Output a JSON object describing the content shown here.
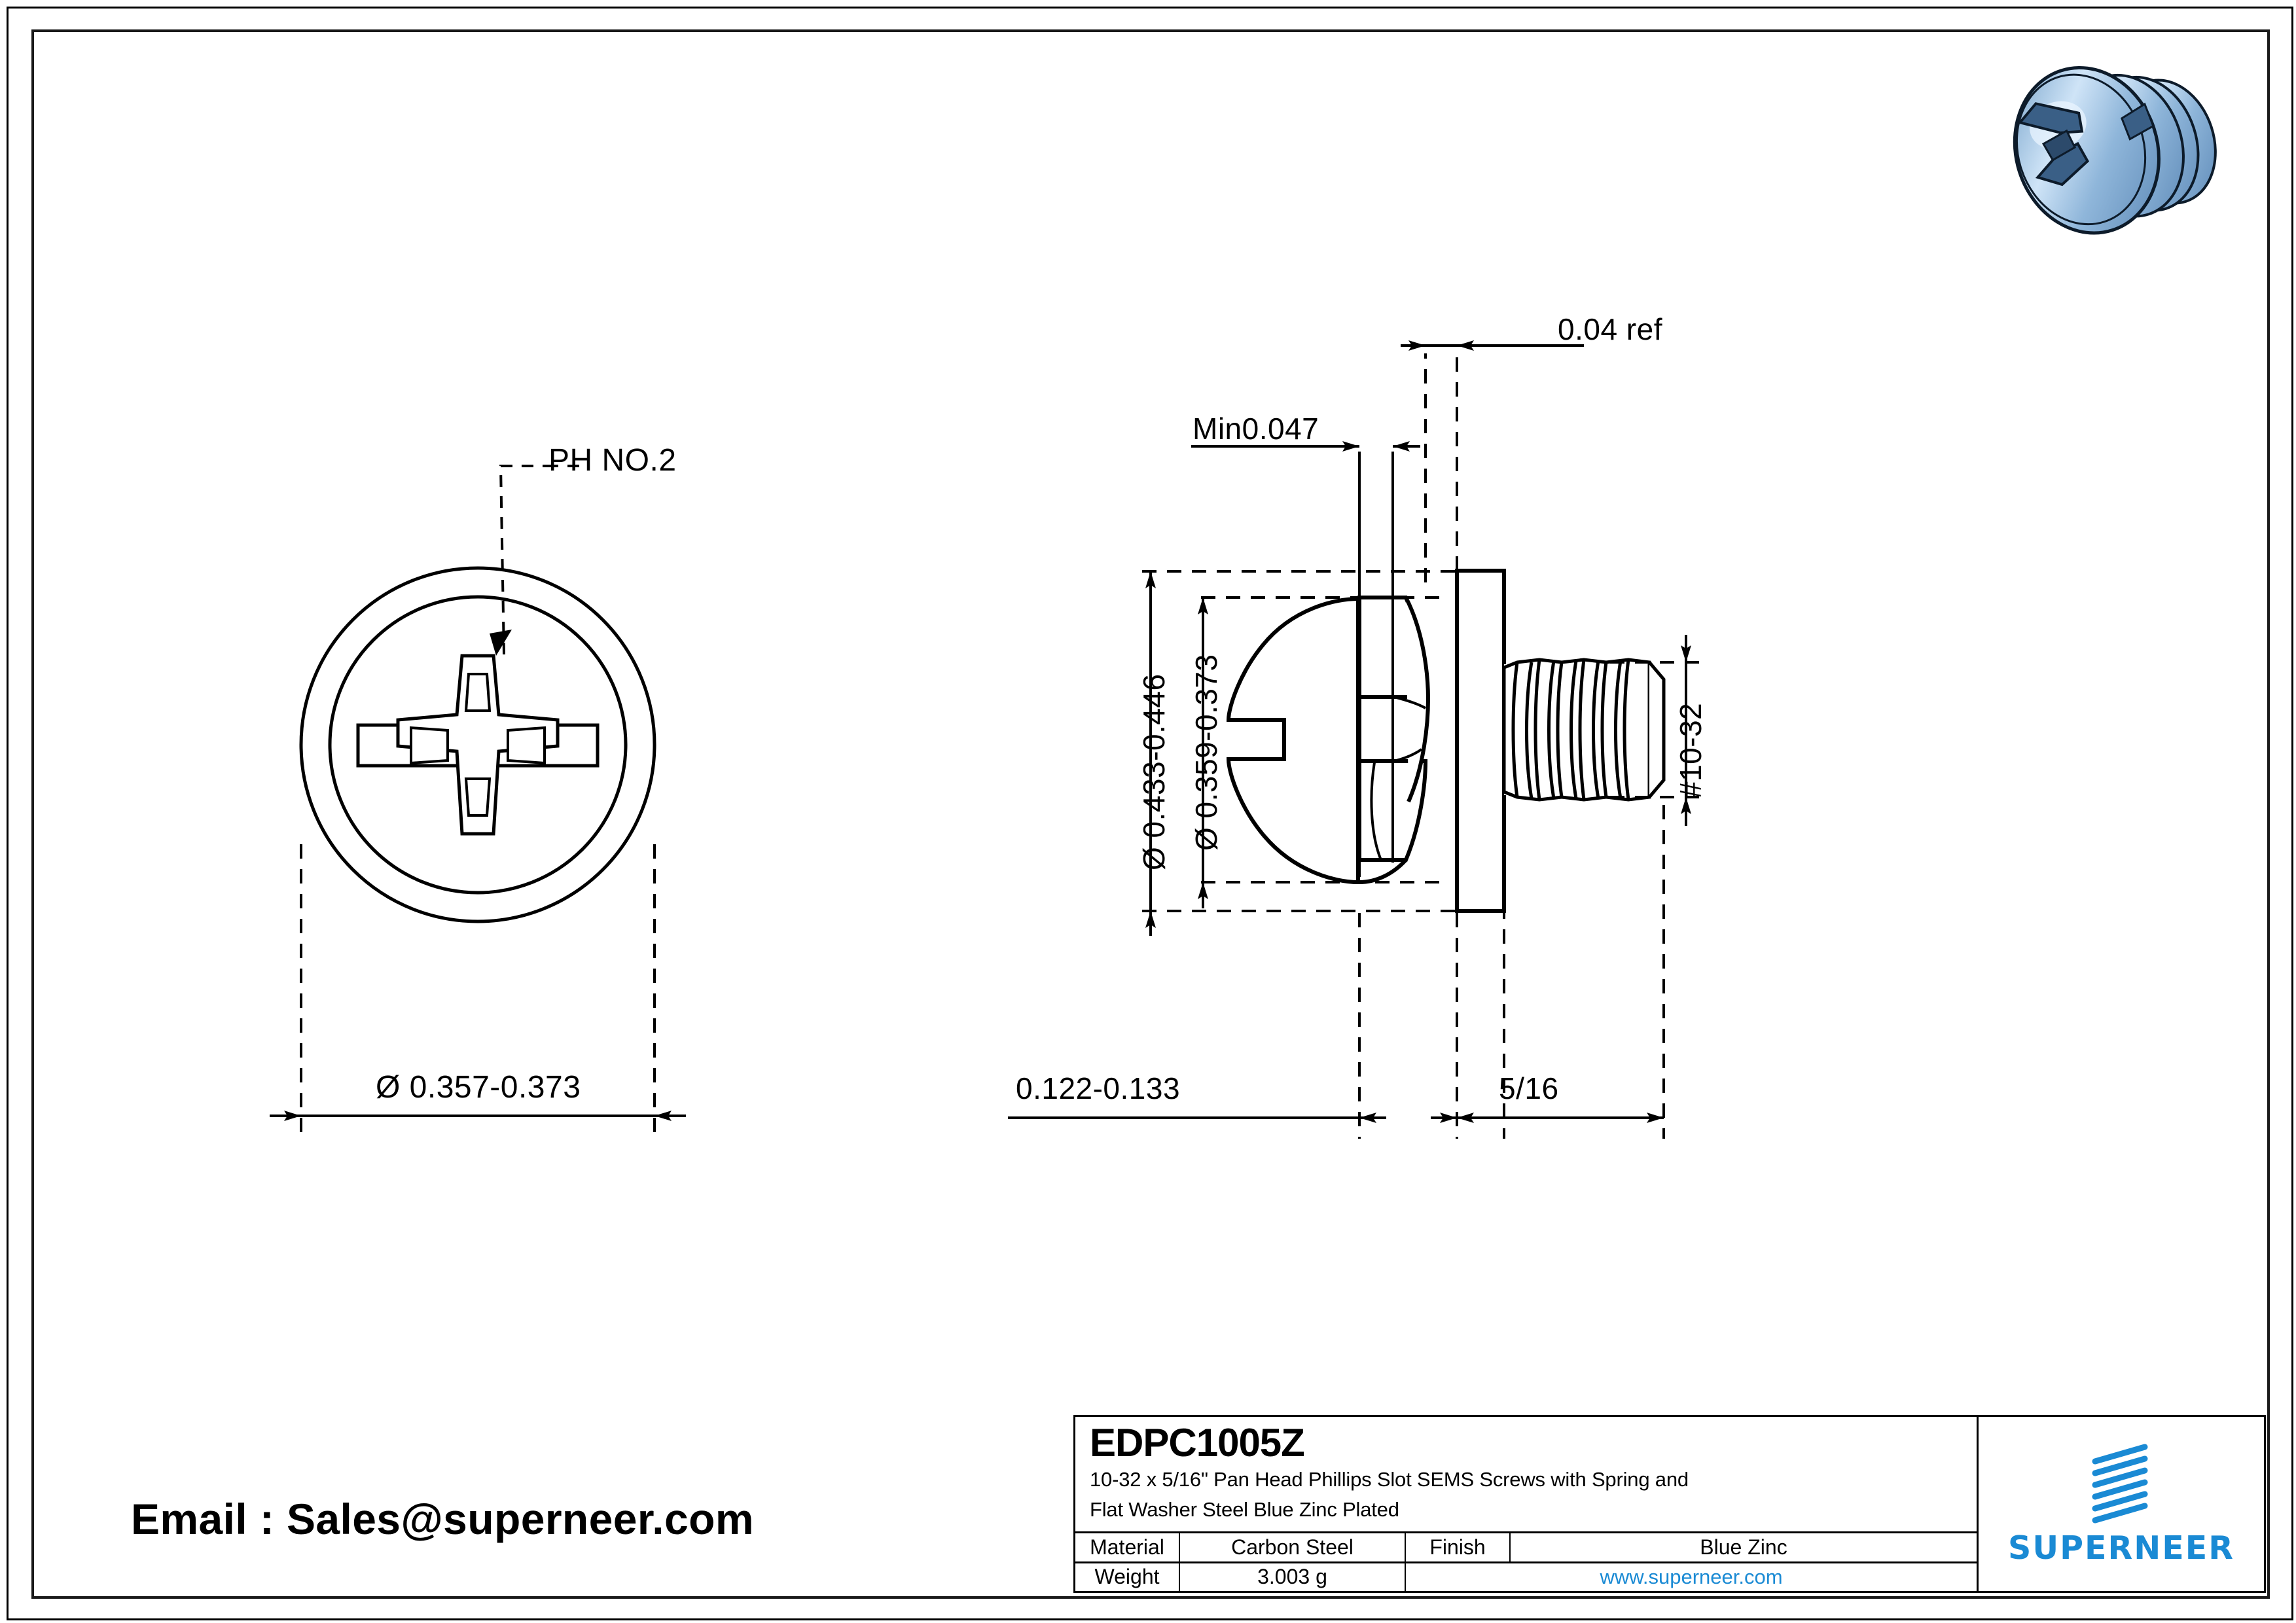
{
  "sheet": {
    "background": "#ffffff",
    "line_color": "#000000",
    "accent_color": "#1a8ad4"
  },
  "contact": {
    "email_line": "Email : Sales@superneer.com"
  },
  "render": {
    "icon": "screw-3d-render",
    "body_color": "#9cc2e5",
    "highlight_color": "#dbeafe",
    "shadow_color": "#5b87b5"
  },
  "front_view": {
    "callout": "PH NO.2",
    "diameter_dim": "Ø 0.357-0.373"
  },
  "side_view": {
    "dim_top_right": "0.04 ref",
    "dim_top_left": "Min0.047",
    "dim_left_outer": "Ø 0.433-0.446",
    "dim_left_inner": "Ø 0.359-0.373",
    "dim_thread": "#10-32",
    "dim_bottom_left": "0.122-0.133",
    "dim_bottom_right": "5/16"
  },
  "title_block": {
    "part_number": "EDPC1005Z",
    "description_line1": "10-32 x 5/16\" Pan Head Phillips Slot SEMS Screws with Spring and",
    "description_line2": "Flat Washer Steel Blue Zinc Plated",
    "material_label": "Material",
    "material_value": "Carbon Steel",
    "finish_label": "Finish",
    "finish_value": "Blue Zinc",
    "weight_label": "Weight",
    "weight_value": "3.003 g",
    "website": "www.superneer.com",
    "logo_word": "SUPERNEER",
    "logo_icon": "superneer-stripes-logo"
  }
}
